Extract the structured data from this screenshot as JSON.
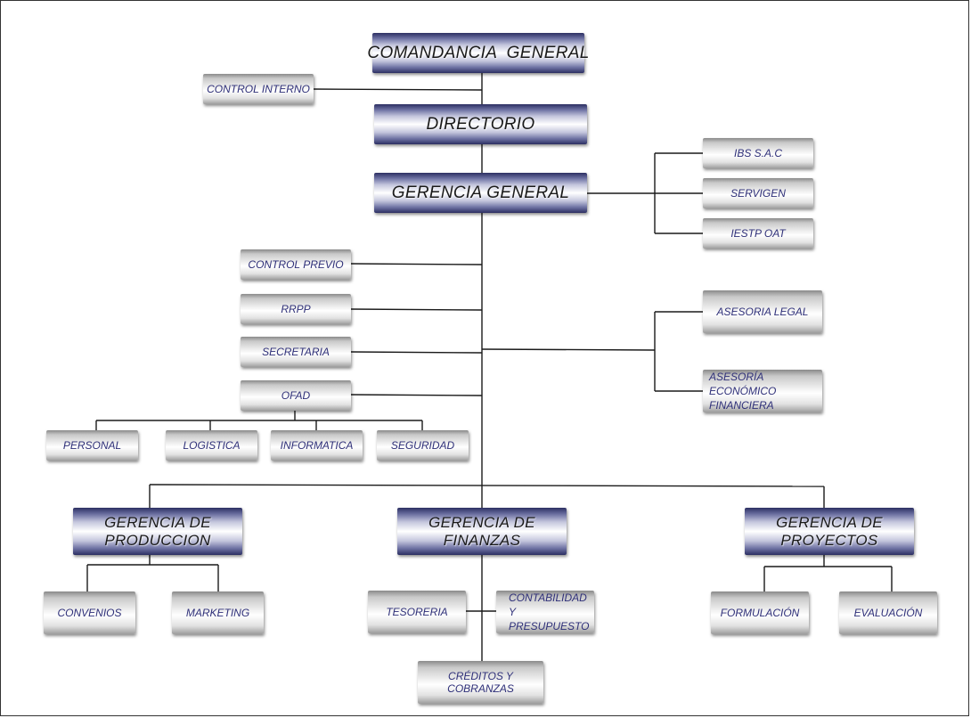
{
  "nodes": {
    "comandancia": "COMANDANCIA  GENERAL",
    "control_interno": "CONTROL INTERNO",
    "directorio": "DIRECTORIO",
    "gerencia_general": "GERENCIA GENERAL",
    "ibs": "IBS S.A.C",
    "servigen": "SERVIGEN",
    "iestp": "IESTP OAT",
    "control_previo": "CONTROL PREVIO",
    "rrpp": "RRPP",
    "secretaria": "SECRETARIA",
    "ofad": "OFAD",
    "asesoria_legal": "ASESORIA LEGAL",
    "asesoria_economico_1": "ASESORÍA ECONÓMICO",
    "asesoria_economico_2": "FINANCIERA",
    "personal": "PERSONAL",
    "logistica": "LOGISTICA",
    "informatica": "INFORMATICA",
    "seguridad": "SEGURIDAD",
    "gerencia_produccion": "GERENCIA DE PRODUCCION",
    "gerencia_finanzas": "GERENCIA DE FINANZAS",
    "gerencia_proyectos": "GERENCIA DE PROYECTOS",
    "convenios": "CONVENIOS",
    "marketing": "MARKETING",
    "tesoreria": "TESORERIA",
    "contabilidad_1": "CONTABILIDAD Y",
    "contabilidad_2": "PRESUPUESTO",
    "creditos": "CRÉDITOS Y COBRANZAS",
    "formulacion": "FORMULACIÓN",
    "evaluacion": "EVALUACIÓN"
  },
  "colors": {
    "dark_box_edge": "#2c2f62",
    "light_text": "#2f3079",
    "connector": "#1a1a1a"
  }
}
